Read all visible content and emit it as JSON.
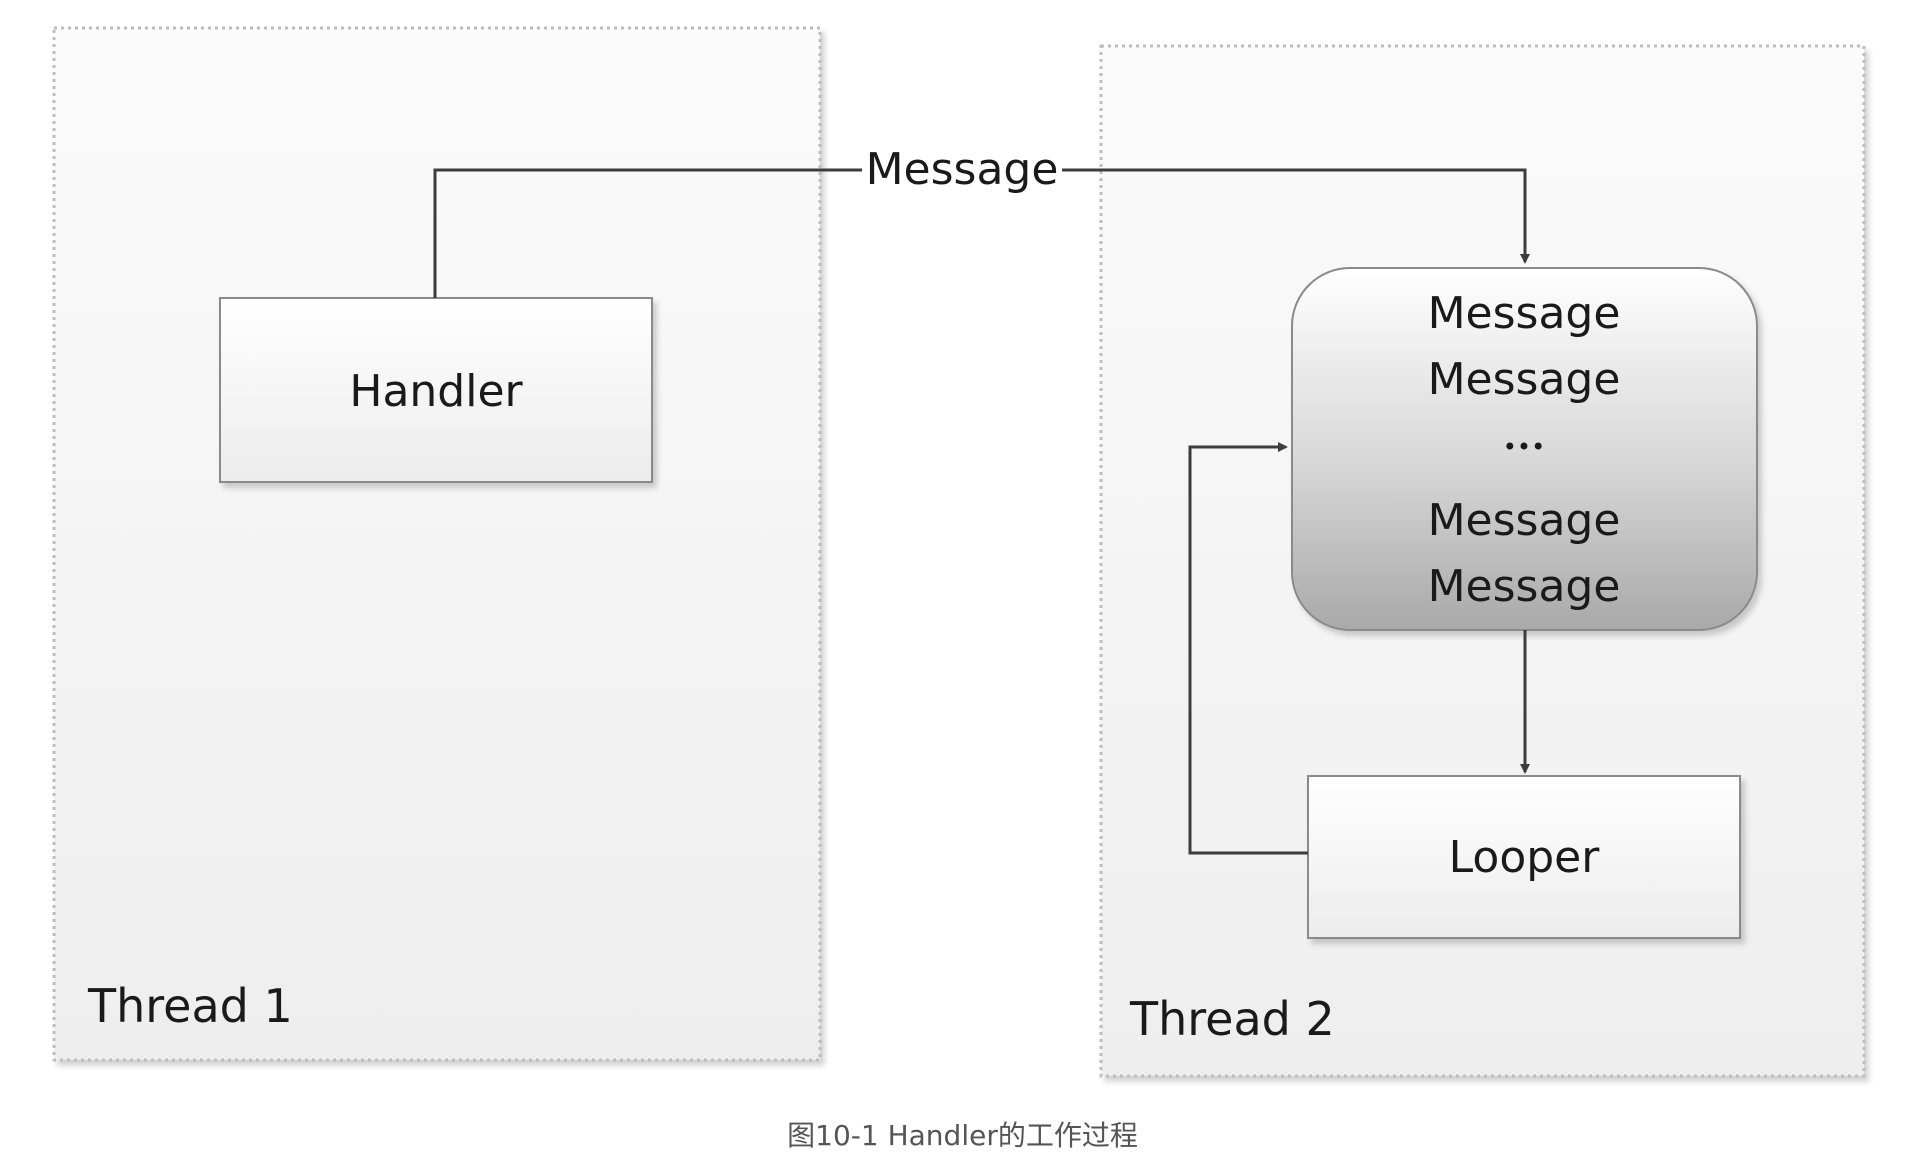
{
  "diagram": {
    "thread1": {
      "label": "Thread 1"
    },
    "thread2": {
      "label": "Thread 2"
    },
    "handler": {
      "label": "Handler"
    },
    "looper": {
      "label": "Looper"
    },
    "message_flow": {
      "label": "Message"
    },
    "message_queue": {
      "items": [
        "Message",
        "Message",
        "•••",
        "Message",
        "Message"
      ]
    }
  },
  "caption": "图10-1 Handler的工作过程"
}
